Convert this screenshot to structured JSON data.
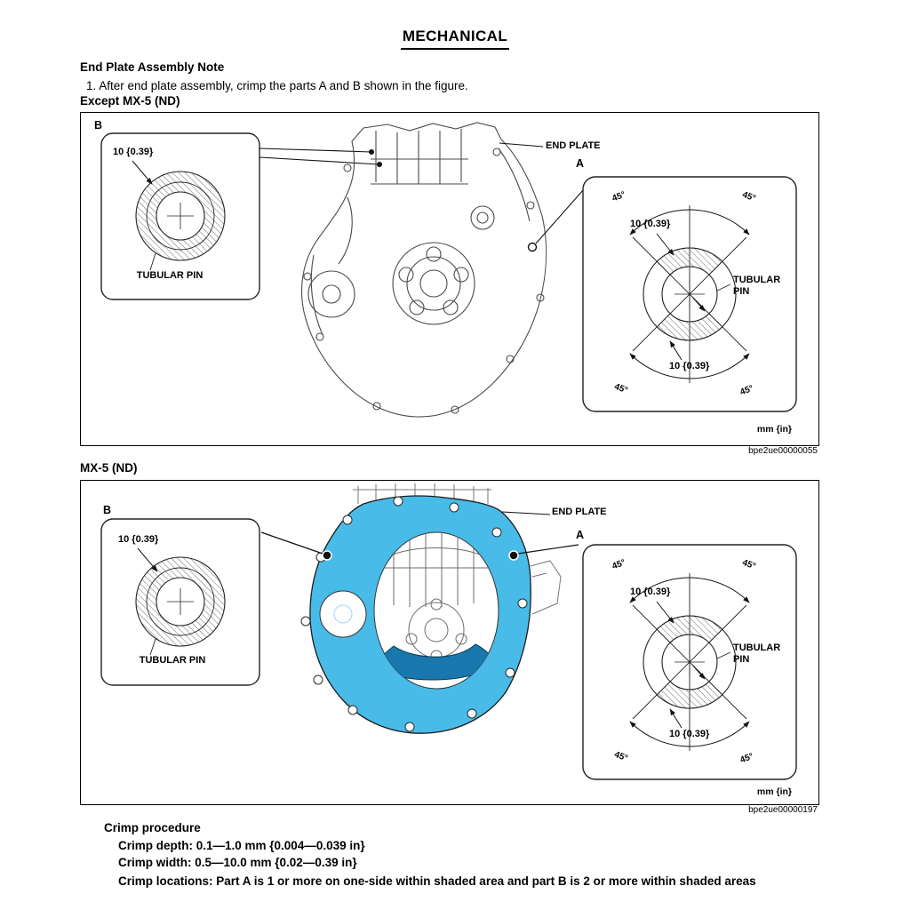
{
  "page": {
    "title": "MECHANICAL",
    "section_heading": "End Plate Assembly Note",
    "step1": "1.  After end plate assembly, crimp the parts A and B shown in the figure.",
    "variant1_heading": "Except MX-5 (ND)",
    "variant2_heading": "MX-5 (ND)",
    "figure1_code": "bpe2ue00000055",
    "figure2_code": "bpe2ue00000197"
  },
  "labels": {
    "part_a": "A",
    "part_b": "B",
    "end_plate": "END PLATE",
    "tubular_pin": "TUBULAR PIN",
    "dim_10mm": "10 {0.39}",
    "angle_45": "45°",
    "units": "mm {in}"
  },
  "crimp_procedure": {
    "heading": "Crimp procedure",
    "depth": "Crimp depth: 0.1—1.0 mm {0.004—0.039 in}",
    "width": "Crimp width: 0.5—10.0 mm {0.02—0.39 in}",
    "locations": "Crimp locations: Part A is 1 or more on one-side within shaded area and part B is 2 or more within shaded areas"
  },
  "colors": {
    "end_plate_highlight": "#49bbe8",
    "end_plate_shadow": "#1878ad",
    "line_art": "#4a4a4a"
  }
}
